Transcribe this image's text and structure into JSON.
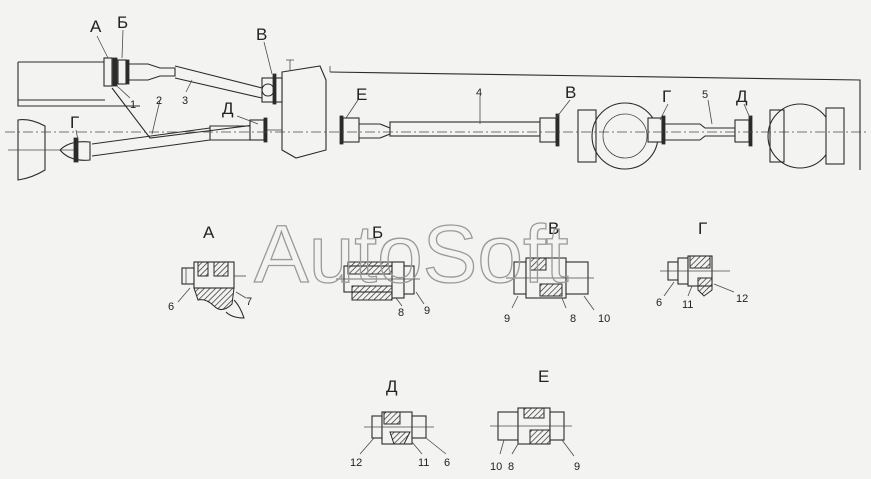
{
  "watermark": "AutoSoft",
  "view_letters": {
    "a1": "А",
    "b1": "Б",
    "v1": "В",
    "g1": "Г",
    "d1": "Д",
    "e1": "Е",
    "v2": "В",
    "g2": "Г",
    "d2": "Д"
  },
  "part_numbers": {
    "p1": "1",
    "p2": "2",
    "p3": "3",
    "p4": "4",
    "p5": "5"
  },
  "details": {
    "A": {
      "title": "А",
      "labels": [
        "6",
        "7"
      ]
    },
    "B": {
      "title": "Б",
      "labels": [
        "8",
        "9"
      ]
    },
    "V": {
      "title": "В",
      "labels": [
        "9",
        "8",
        "10"
      ]
    },
    "G": {
      "title": "Г",
      "labels": [
        "6",
        "11",
        "12"
      ]
    },
    "D": {
      "title": "Д",
      "labels": [
        "12",
        "11",
        "6"
      ]
    },
    "E": {
      "title": "Е",
      "labels": [
        "10",
        "8",
        "9"
      ]
    }
  }
}
